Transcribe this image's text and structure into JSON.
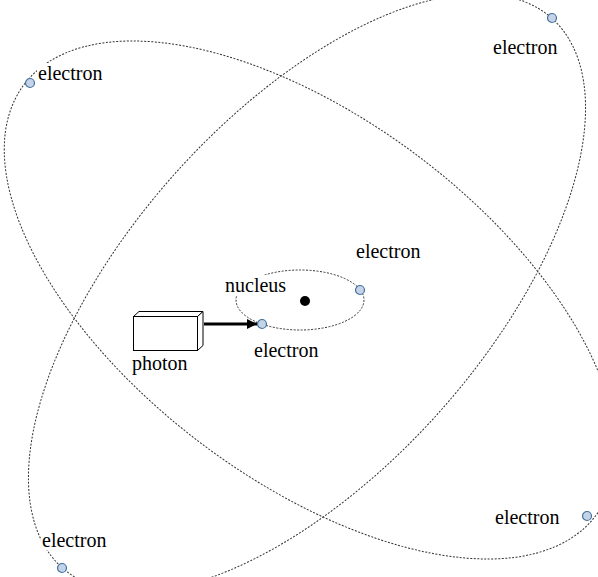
{
  "diagram": {
    "nodes": [
      {
        "text": [
          "electron"
        ]
      },
      {
        "text": [
          "electron"
        ]
      },
      {
        "text": [
          "electron"
        ]
      },
      {
        "text": [
          "nucleus"
        ]
      },
      {
        "text": [
          "photon"
        ]
      },
      {
        "text": [
          "electron"
        ]
      },
      {
        "text": [
          "electron"
        ]
      },
      {
        "text": [
          "electron"
        ]
      }
    ],
    "edges": [
      {
        "from": 4,
        "to": 5,
        "arrow": "to"
      }
    ]
  }
}
